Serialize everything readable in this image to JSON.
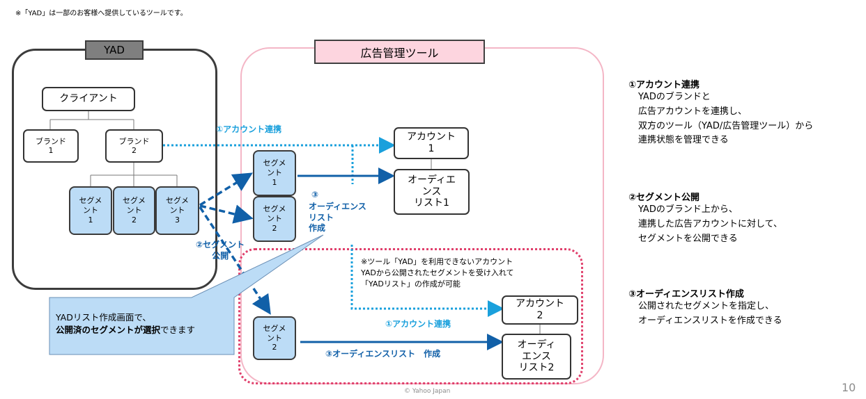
{
  "note": "※「YAD」は一部のお客様へ提供しているツールです。",
  "yad": {
    "title": "YAD",
    "client": "クライアント",
    "brand1": "ブランド\n1",
    "brand2": "ブランド\n2",
    "seg1": "セグメ\nント\n1",
    "seg2": "セグメ\nント\n2",
    "seg3": "セグメ\nント\n3"
  },
  "ad": {
    "title": "広告管理ツール",
    "seg_pub1": "セグメ\nント\n1",
    "seg_pub2": "セグメ\nント\n2",
    "account1": "アカウント\n1",
    "audience1": "オーディエ\nンス\nリスト1",
    "account2": "アカウント\n2",
    "audience2": "オーディ\nエンス\nリスト2",
    "seg_lower2": "セグメ\nント\n2"
  },
  "labels": {
    "link1": "①アカウント連携",
    "audience_num": "③",
    "audience_create": "オーディエンス\nリスト\n作成",
    "publish": "②セグメント\n公開",
    "link2": "①アカウント連携",
    "audience_create2": "③オーディエンスリスト　作成"
  },
  "dotted_note": "※ツール「YAD」を利用できないアカウント\nYADから公開されたセグメントを受け入れて\n「YADリスト」の作成が可能",
  "callout": {
    "line1": "YADリスト作成画面で、",
    "line2_bold": "公開済のセグメントが選択",
    "line2_rest": "できます"
  },
  "side": [
    {
      "heading": "①アカウント連携",
      "body": "YADのブランドと\n広告アカウントを連携し、\n双方のツール（YAD/広告管理ツール）から\n連携状態を管理できる"
    },
    {
      "heading": "②セグメント公開",
      "body": "YADのブランド上から、\n連携した広告アカウントに対して、\nセグメントを公開できる"
    },
    {
      "heading": "③オーディエンスリスト作成",
      "body": "公開されたセグメントを指定し、\nオーディエンスリストを作成できる"
    }
  ],
  "footer": "© Yahoo Japan",
  "page_number": "10",
  "colors": {
    "segment_fill": "#bcdcf6",
    "link_arrow": "#1aa0dc",
    "flow_arrow": "#1160a8",
    "ad_frame": "#f4b6c6",
    "dotted_frame": "#e0406c",
    "callout_fill": "#bcdcf6"
  }
}
